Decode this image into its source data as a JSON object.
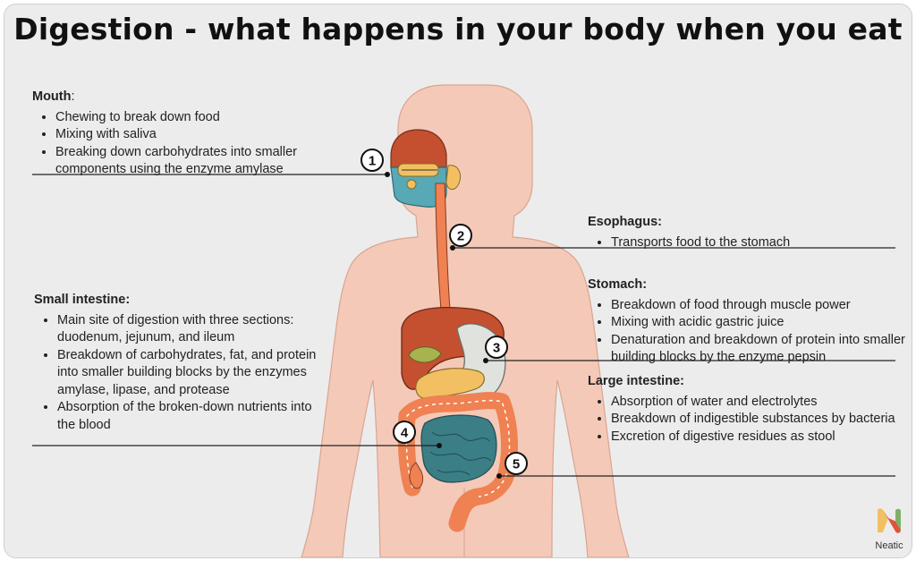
{
  "title": "Digestion - what happens in your body when you eat",
  "sections": {
    "mouth": {
      "heading": "Mouth",
      "heading_suffix": ":",
      "items": [
        "Chewing to break down food",
        "Mixing with saliva",
        "Breaking down carbohydrates into smaller components using the enzyme amylase"
      ]
    },
    "small_intestine": {
      "heading": "Small intestine:",
      "items": [
        "Main site of digestion with three sections: duodenum, jejunum, and ileum",
        "Breakdown of carbohydrates, fat, and protein into smaller building blocks by the enzymes amylase, lipase, and protease",
        "Absorption of the broken-down nutrients into the blood"
      ]
    },
    "esophagus": {
      "heading": "Esophagus:",
      "items": [
        "Transports food to the stomach"
      ]
    },
    "stomach": {
      "heading": "Stomach:",
      "items": [
        "Breakdown of food through muscle power",
        "Mixing with acidic gastric juice",
        "Denaturation and breakdown of protein into smaller building blocks by the enzyme pepsin"
      ]
    },
    "large_intestine": {
      "heading": "Large intestine:",
      "items": [
        "Absorption of water and electrolytes",
        "Breakdown of indigestible substances by bacteria",
        "Excretion of digestive residues as stool"
      ]
    }
  },
  "markers": [
    "1",
    "2",
    "3",
    "4",
    "5"
  ],
  "logo": {
    "text": "Neatic"
  },
  "colors": {
    "skin": "#f4c9b8",
    "liver": "#c4502f",
    "stomach": "#dfe2dd",
    "pancreas": "#f2c062",
    "small_intestine": "#3b7e86",
    "large_intestine": "#ef8152",
    "mouth_cavity": "#56a9b5"
  }
}
